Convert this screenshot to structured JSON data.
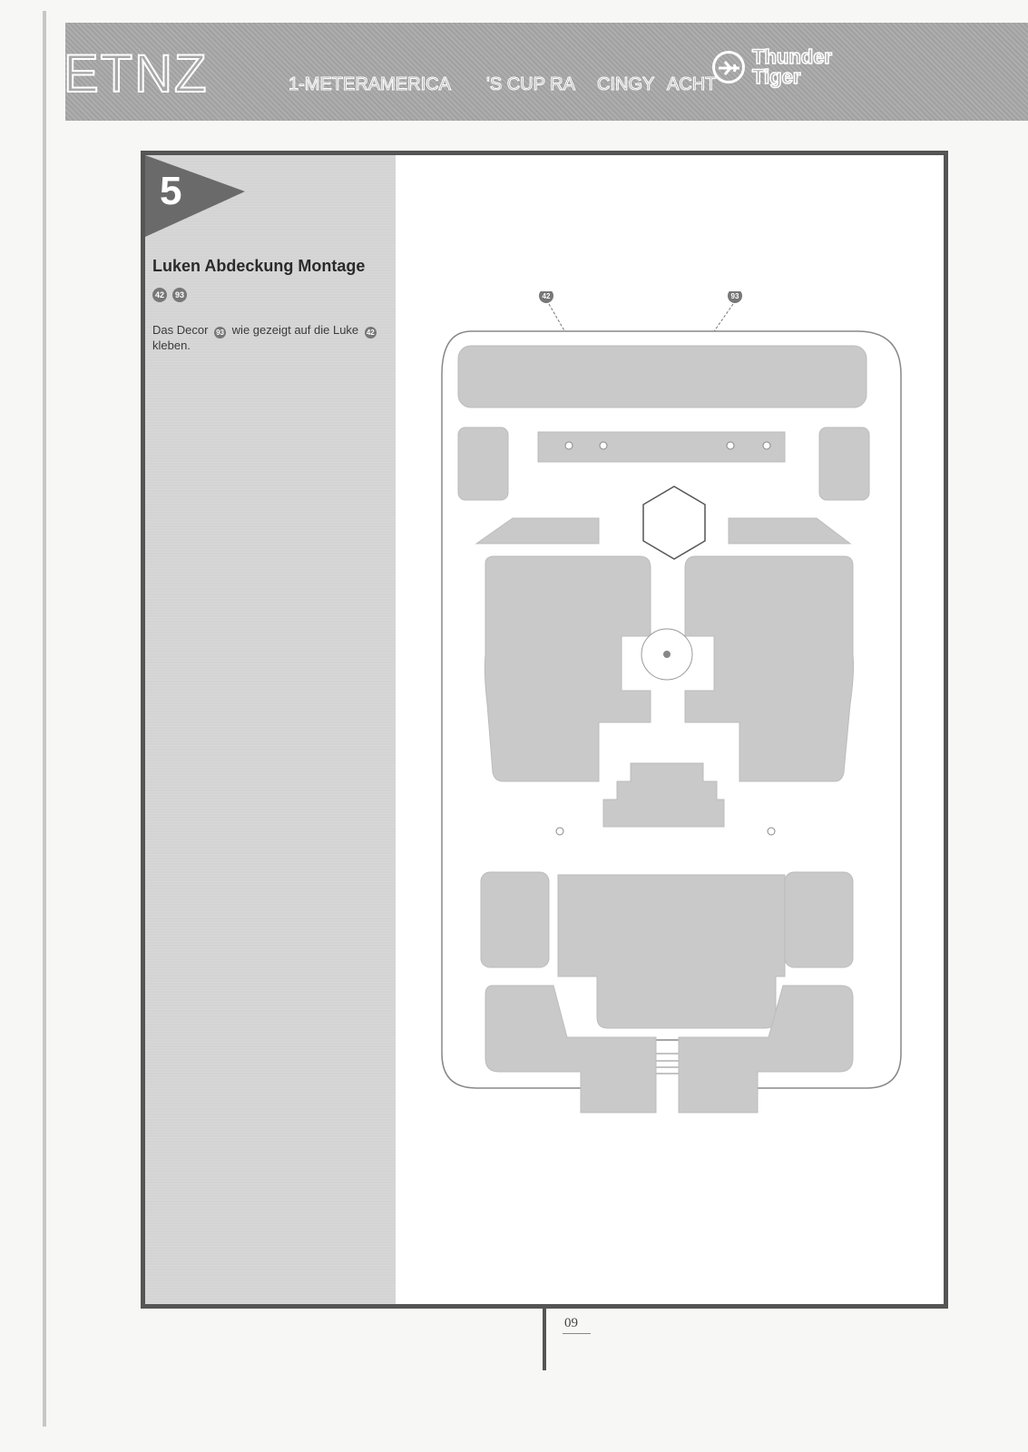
{
  "header": {
    "brand": "ETNZ",
    "subtitle_parts": [
      "1-METERAMERICA",
      "'S CUP RA",
      "CINGY",
      "ACHT"
    ],
    "logo": {
      "line1": "Thunder",
      "line2": "Tiger",
      "icon": "airplane-circle-icon"
    }
  },
  "step": {
    "number": "5",
    "title": "Luken Abdeckung Montage",
    "parts": [
      "42",
      "93"
    ],
    "instruction": {
      "before_first": "Das Decor",
      "first_part": "93",
      "middle": "wie gezeigt auf die Luke",
      "second_part": "42",
      "after": "kleben."
    }
  },
  "drawing": {
    "callouts": [
      "42",
      "93"
    ]
  },
  "footer": {
    "page_number": "09"
  },
  "colors": {
    "header": "#a9a9a9",
    "frame": "#555555",
    "sidebar": "#d4d4d4",
    "decal": "#c9c9c9"
  }
}
